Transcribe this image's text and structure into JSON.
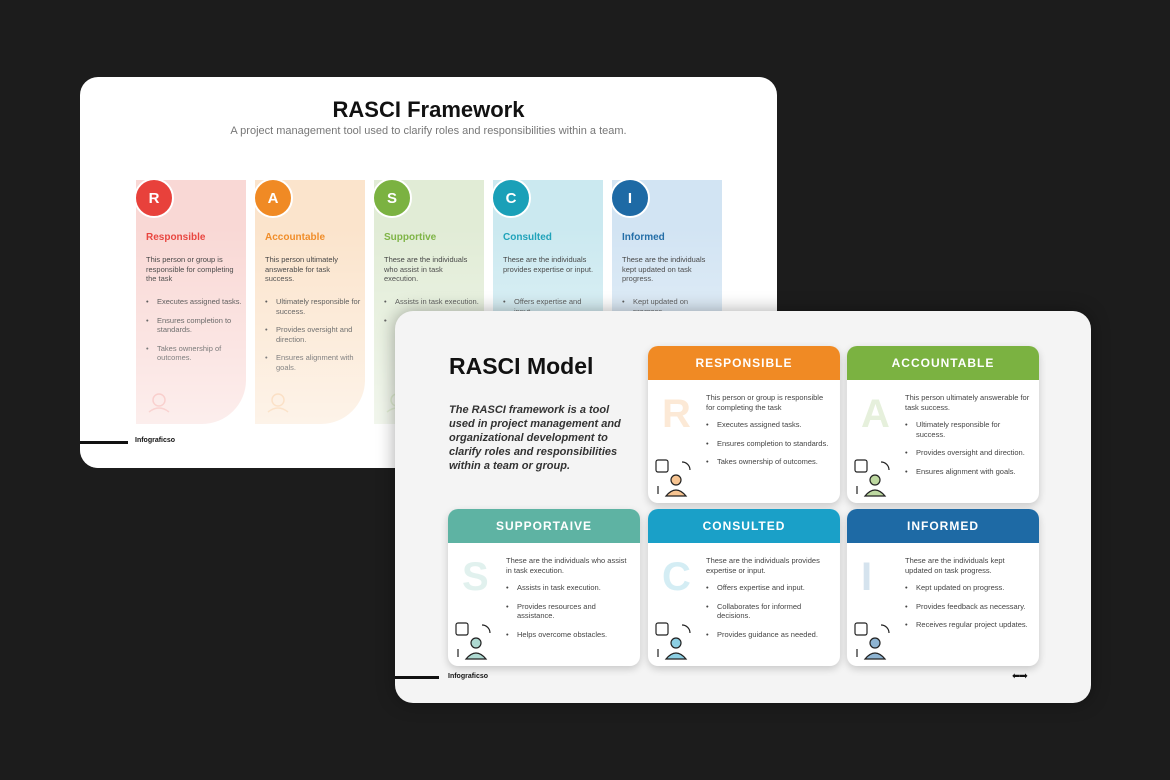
{
  "back_slide": {
    "title": "RASCI Framework",
    "subtitle": "A project management tool used to clarify roles and responsibilities within a team.",
    "brand": "Infograficso",
    "columns": [
      {
        "letter": "R",
        "name": "Responsible",
        "color": "#e8413b",
        "bg": "#f9d8d5",
        "desc": "This person or group is responsible for completing the task",
        "points": [
          "Executes assigned tasks.",
          "Ensures completion to standards.",
          "Takes ownership of outcomes."
        ],
        "icon": "gear-hand-icon"
      },
      {
        "letter": "A",
        "name": "Accountable",
        "color": "#f08a24",
        "bg": "#fbe4cc",
        "desc": "This person ultimately answerable for task success.",
        "points": [
          "Ultimately responsible for success.",
          "Provides oversight and direction.",
          "Ensures alignment with goals."
        ],
        "icon": "checklist-icon"
      },
      {
        "letter": "S",
        "name": "Supportive",
        "color": "#7bb241",
        "bg": "#e1ecd6",
        "desc": "These are the individuals who assist in task execution.",
        "points": [
          "Assists in task execution.",
          "",
          ""
        ],
        "icon": "handshake-icon"
      },
      {
        "letter": "C",
        "name": "Consulted",
        "color": "#1aa0b8",
        "bg": "#cbe9f0",
        "desc": "These are the individuals provides expertise or input.",
        "points": [
          "Offers expertise and input."
        ],
        "icon": "chat-icon"
      },
      {
        "letter": "I",
        "name": "Informed",
        "color": "#1e6aa5",
        "bg": "#d2e4f3",
        "desc": "These are the individuals kept updated on task progress.",
        "points": [
          "Kept updated on progress."
        ],
        "icon": "info-icon"
      }
    ]
  },
  "front_slide": {
    "title": "RASCI Model",
    "description": "The RASCI framework is a tool used in project management and organizational development to clarify roles and responsibilities within a team or group.",
    "brand": "Infograficso",
    "arrows": "⬅➡",
    "cards": [
      {
        "title": "RESPONSIBLE",
        "letter": "R",
        "color": "#f08a24",
        "desc": "This person or group is responsible for completing the task",
        "points": [
          "Executes assigned tasks.",
          "Ensures completion to standards.",
          "Takes ownership of outcomes."
        ],
        "icon": "gear-check-person-icon"
      },
      {
        "title": "ACCOUNTABLE",
        "letter": "A",
        "color": "#7bb241",
        "desc": "This person ultimately answerable for task success.",
        "points": [
          "Ultimately responsible for success.",
          "Provides oversight and direction.",
          "Ensures alignment with goals."
        ],
        "icon": "checklist-person-icon"
      },
      {
        "title": "SUPPORTAIVE",
        "letter": "S",
        "color": "#5eb3a3",
        "desc": "These are the individuals who assist in task execution.",
        "points": [
          "Assists in task execution.",
          "Provides resources and assistance.",
          "Helps overcome obstacles."
        ],
        "icon": "gear-person-icon"
      },
      {
        "title": "CONSULTED",
        "letter": "C",
        "color": "#1aa0c8",
        "desc": "These are the individuals provides expertise or input.",
        "points": [
          "Offers expertise and input.",
          "Collaborates for informed decisions.",
          "Provides guidance as needed."
        ],
        "icon": "chat-person-icon"
      },
      {
        "title": "INFORMED",
        "letter": "I",
        "color": "#1e6aa5",
        "desc": "These are the individuals kept updated on task progress.",
        "points": [
          "Kept updated on progress.",
          "Provides feedback as necessary.",
          "Receives regular project updates."
        ],
        "icon": "info-person-icon"
      }
    ]
  }
}
